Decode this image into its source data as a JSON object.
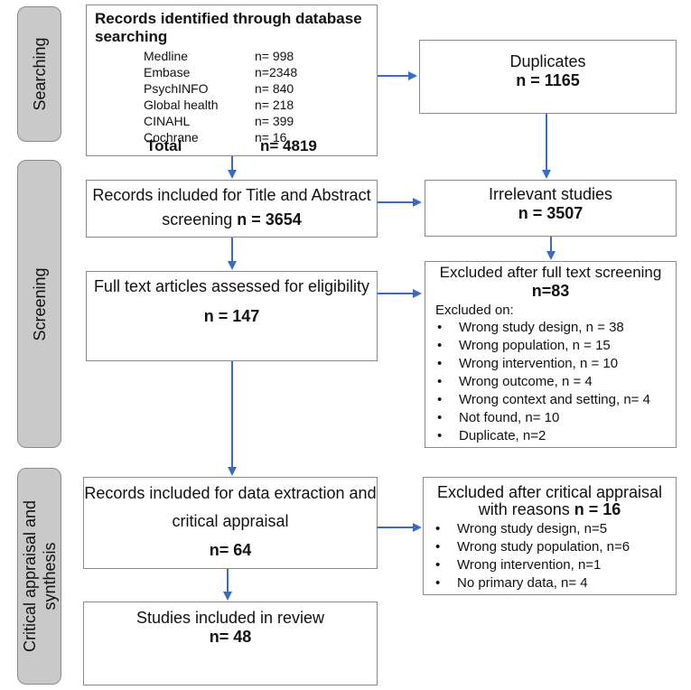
{
  "stages": {
    "searching": "Searching",
    "screening": "Screening",
    "critical_line1": "Critical appraisal and",
    "critical_line2": "synthesis"
  },
  "identification": {
    "title_line1": "Records identified through database",
    "title_line2": "searching",
    "sources": [
      {
        "name": "Medline",
        "count": "n= 998"
      },
      {
        "name": "Embase",
        "count": "n=2348"
      },
      {
        "name": "PsychINFO",
        "count": "n= 840"
      },
      {
        "name": "Global health",
        "count": "n= 218"
      },
      {
        "name": "CINAHL",
        "count": "n= 399"
      },
      {
        "name": "Cochrane",
        "count": "n= 16"
      }
    ],
    "total_label": "Total",
    "total_count": "n= 4819"
  },
  "duplicates": {
    "label": "Duplicates",
    "count": "n = 1165"
  },
  "title_abstract": {
    "line1": "Records included for Title and Abstract",
    "line2_prefix": "screening ",
    "count": "n = 3654"
  },
  "irrelevant": {
    "label": "Irrelevant studies",
    "count": "n = 3507"
  },
  "fulltext": {
    "label": "Full text articles assessed for eligibility",
    "count": "n = 147"
  },
  "excluded_fulltext": {
    "title": "Excluded after full text screening",
    "count": "n=83",
    "subtitle": "Excluded on:",
    "reasons": [
      "Wrong study design, n = 38",
      "Wrong population, n = 15",
      "Wrong intervention, n = 10",
      "Wrong outcome, n = 4",
      "Wrong context and setting, n= 4",
      "Not found, n= 10",
      "Duplicate, n=2"
    ]
  },
  "extraction": {
    "line1": "Records included for data extraction and",
    "line2": "critical appraisal",
    "count": "n= 64"
  },
  "excluded_critical": {
    "title_line1": "Excluded after critical appraisal",
    "title_line2": "with reasons ",
    "count": "n = 16",
    "reasons": [
      "Wrong study design, n=5",
      "Wrong study population, n=6",
      "Wrong intervention, n=1",
      "No primary data, n= 4"
    ]
  },
  "included": {
    "label": "Studies included in review",
    "count": "n= 48"
  },
  "colors": {
    "arrow": "#3a6cc4",
    "stage_fill": "#c9c9c9",
    "border": "#8a8a8a"
  }
}
